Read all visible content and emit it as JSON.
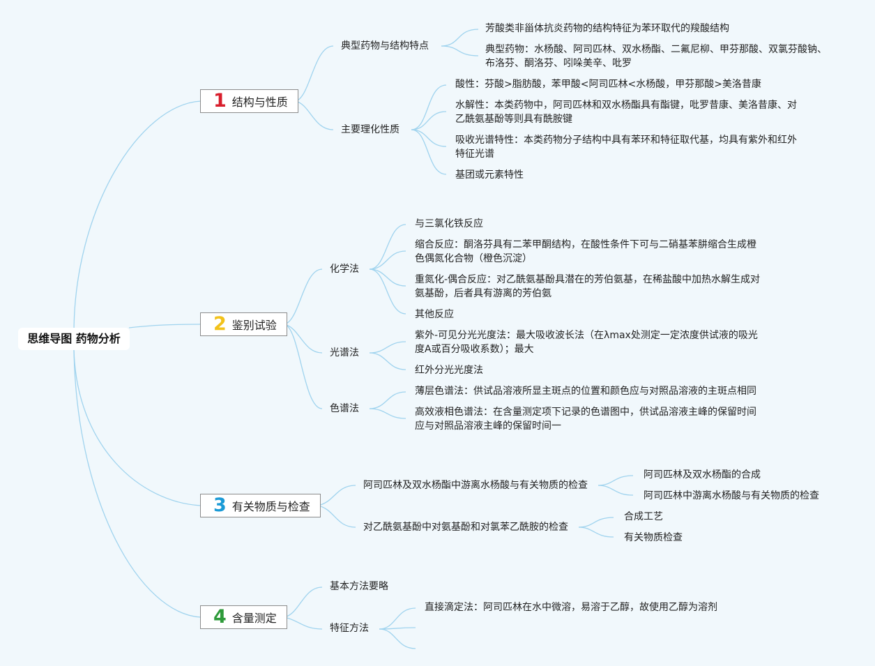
{
  "root": {
    "label": "思维导图 药物分析"
  },
  "branches": [
    {
      "num": "1",
      "num_color": "#d81e2c",
      "label": "结构与性质",
      "subs": [
        {
          "label": "典型药物与结构特点",
          "items": [
            "芳酸类非甾体抗炎药物的结构特征为苯环取代的羧酸结构",
            "典型药物：水杨酸、阿司匹林、双水杨酯、二氟尼柳、甲芬那酸、双氯芬酸钠、布洛芬、酮洛芬、吲哚美辛、吡罗"
          ]
        },
        {
          "label": "主要理化性质",
          "items": [
            "酸性：芬酸>脂肪酸，苯甲酸<阿司匹林<水杨酸，甲芬那酸>美洛昔康",
            "水解性：本类药物中，阿司匹林和双水杨酯具有酯键，吡罗昔康、美洛昔康、对乙酰氨基酚等则具有酰胺键",
            "吸收光谱特性：本类药物分子结构中具有苯环和特征取代基，均具有紫外和红外特征光谱",
            "基团或元素特性"
          ]
        }
      ]
    },
    {
      "num": "2",
      "num_color": "#f2c21b",
      "label": "鉴别试验",
      "subs": [
        {
          "label": "化学法",
          "items": [
            "与三氯化铁反应",
            "缩合反应：酮洛芬具有二苯甲酮结构，在酸性条件下可与二硝基苯肼缩合生成橙色偶氮化合物（橙色沉淀）",
            "重氮化-偶合反应：对乙酰氨基酚具潜在的芳伯氨基，在稀盐酸中加热水解生成对氨基酚，后者具有游离的芳伯氨",
            "其他反应"
          ]
        },
        {
          "label": "光谱法",
          "items": [
            "紫外-可见分光光度法：最大吸收波长法（在λmax处测定一定浓度供试液的吸光度A或百分吸收系数）；最大",
            "红外分光光度法"
          ]
        },
        {
          "label": "色谱法",
          "items": [
            "薄层色谱法：供试品溶液所显主斑点的位置和颜色应与对照品溶液的主斑点相同",
            "高效液相色谱法：在含量测定项下记录的色谱图中，供试品溶液主峰的保留时间应与对照品溶液主峰的保留时间一"
          ]
        }
      ]
    },
    {
      "num": "3",
      "num_color": "#1a9ad6",
      "label": "有关物质与检查",
      "subs": [
        {
          "label": "阿司匹林及双水杨酯中游离水杨酸与有关物质的检查",
          "items": [
            "阿司匹林及双水杨酯的合成",
            "阿司匹林中游离水杨酸与有关物质的检查"
          ]
        },
        {
          "label": "对乙酰氨基酚中对氨基酚和对氯苯乙酰胺的检查",
          "items": [
            "合成工艺",
            "有关物质检查"
          ]
        }
      ]
    },
    {
      "num": "4",
      "num_color": "#2e9a3a",
      "label": "含量测定",
      "subs": [
        {
          "label": "基本方法要略",
          "items": []
        },
        {
          "label": "特征方法",
          "items": [
            "直接滴定法：阿司匹林在水中微溶，易溶于乙醇，故使用乙醇为溶剂"
          ]
        }
      ]
    }
  ]
}
